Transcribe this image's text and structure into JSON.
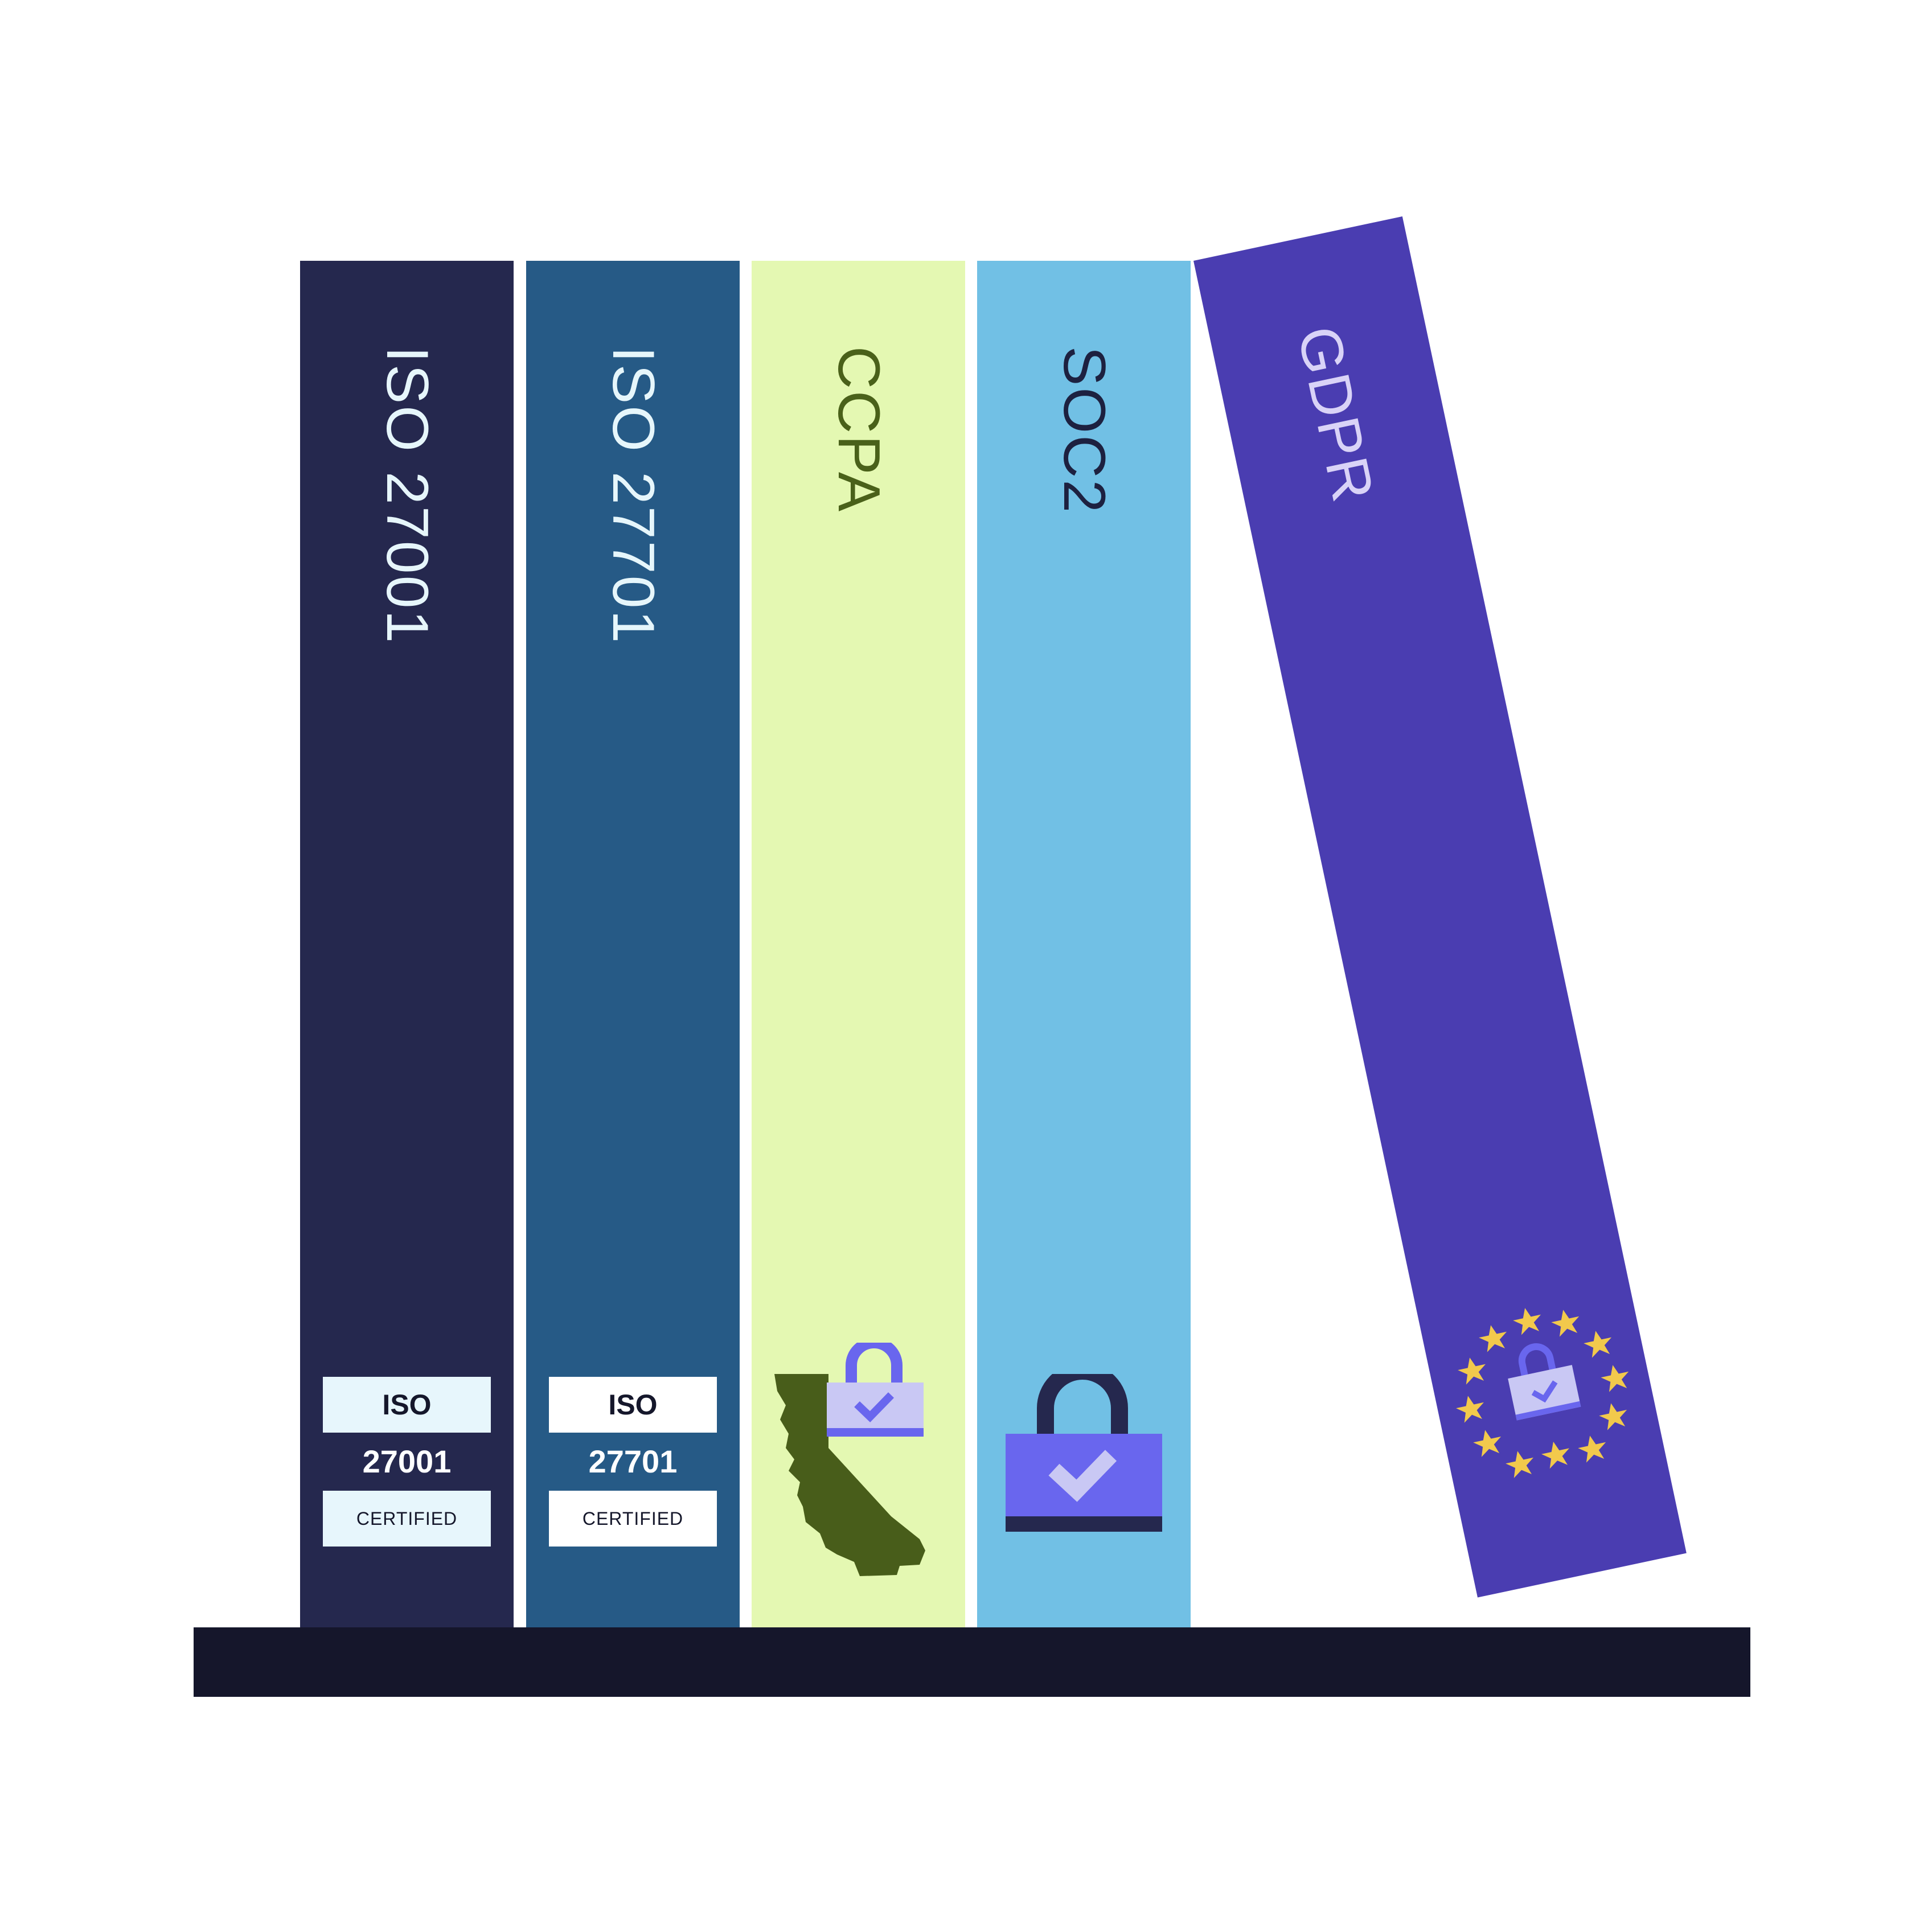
{
  "books": [
    {
      "title": "ISO 27001",
      "badge": {
        "top": "ISO",
        "number": "27001",
        "bottom": "CERTIFIED"
      }
    },
    {
      "title": "ISO 27701",
      "badge": {
        "top": "ISO",
        "number": "27701",
        "bottom": "CERTIFIED"
      }
    },
    {
      "title": "CCPA",
      "icon": "california-lock-icon"
    },
    {
      "title": "SOC2",
      "icon": "lock-check-icon"
    },
    {
      "title": "GDPR",
      "icon": "eu-stars-lock-icon"
    }
  ],
  "colors": {
    "iso27001": "#25284e",
    "iso27701": "#265a86",
    "ccpa": "#e4f8b2",
    "soc2": "#71c0e5",
    "gdpr": "#4a3db1",
    "shelf": "#15162b",
    "lock": "#6966ee",
    "california": "#485d1a",
    "stars": "#f2c94c"
  }
}
